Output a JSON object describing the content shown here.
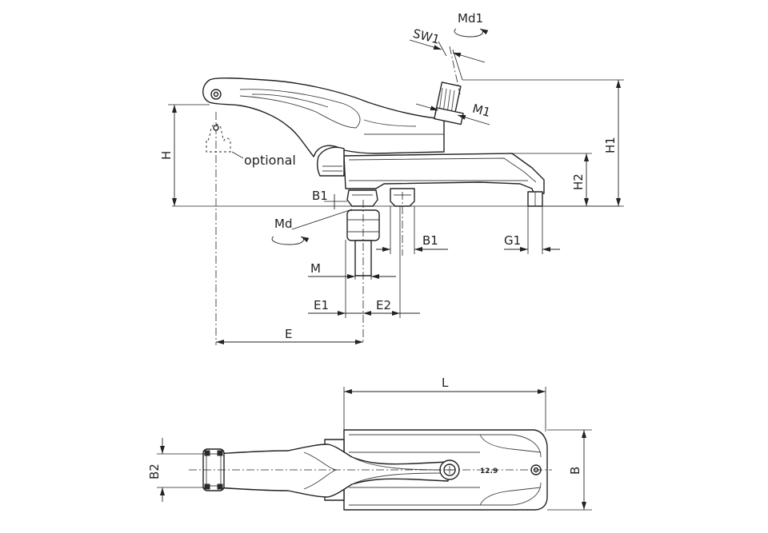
{
  "labels": {
    "md1": "Md1",
    "sw1": "SW1",
    "m1": "M1",
    "h1": "H1",
    "h": "H",
    "optional": "optional",
    "h2": "H2",
    "b1_top": "B1",
    "md": "Md",
    "b1_bottom": "B1",
    "g1": "G1",
    "m": "M",
    "e1": "E1",
    "e2": "E2",
    "e": "E",
    "l": "L",
    "b2": "B2",
    "b": "B",
    "bolt_grade": "12.9"
  }
}
